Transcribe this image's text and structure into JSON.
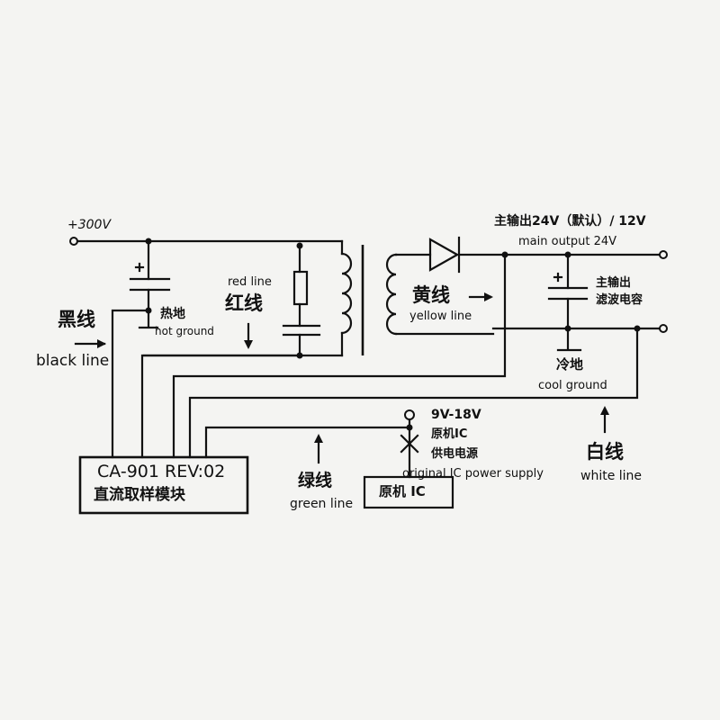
{
  "labels": {
    "supply_300v": "+300V",
    "main_output_cn": "主输出24V（默认）/ 12V",
    "main_output_en": "main output 24V",
    "red_line_en": "red line",
    "red_line_cn": "红线",
    "hot_ground_cn": "热地",
    "hot_ground_en": "hot ground",
    "black_line_cn": "黑线",
    "black_line_en": "black line",
    "yellow_line_cn": "黄线",
    "yellow_line_en": "yellow line",
    "output_cap_cn_1": "主输出",
    "output_cap_cn_2": "滤波电容",
    "cool_ground_cn": "冷地",
    "cool_ground_en": "cool ground",
    "ic_supply_range": "9V-18V",
    "ic_supply_cn_1": "原机IC",
    "ic_supply_cn_2": "供电电源",
    "ic_supply_en": "original IC power supply",
    "white_line_cn": "白线",
    "white_line_en": "white line",
    "green_line_cn": "绿线",
    "green_line_en": "green line",
    "module_title": "CA-901 REV:02",
    "module_name": "直流取样模块",
    "ic_box": "原机 IC"
  }
}
